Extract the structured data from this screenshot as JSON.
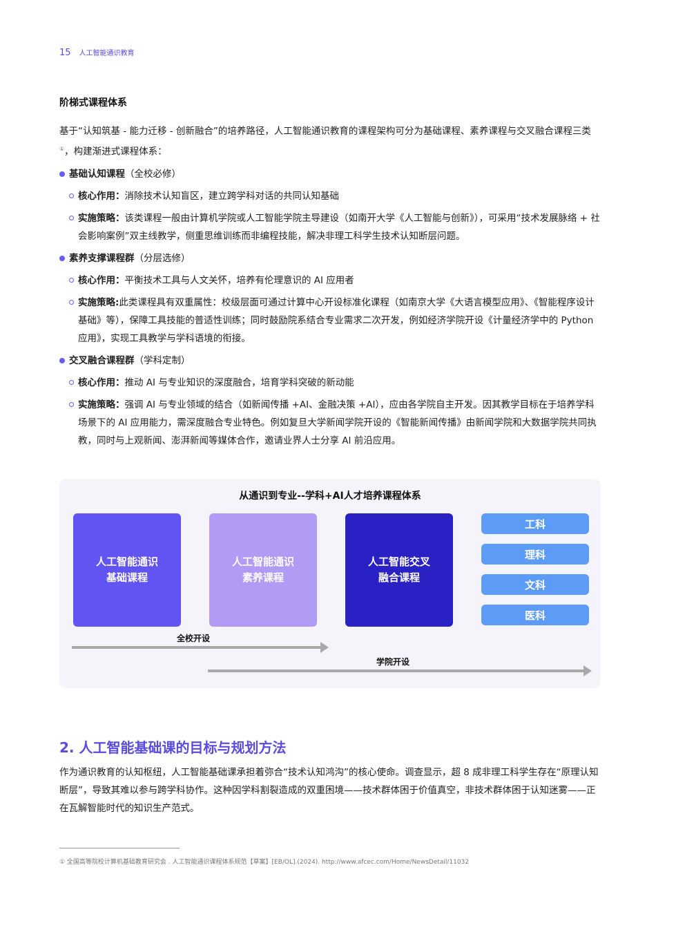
{
  "header": {
    "page_number": "15",
    "title": "人工智能通识教育"
  },
  "section1": {
    "title": "阶梯式课程体系",
    "intro_part1": "基于“认知筑基 - 能力迁移 - 创新融合”的培养路径，人工智能通识教育的课程架构可分为基础课程、素养课程与交叉融合课程三类",
    "intro_sup": "①",
    "intro_part2": "，构建渐进式课程体系：",
    "groups": [
      {
        "name": "基础认知课程",
        "note": "（全校必修）",
        "role_label": "核心作用：",
        "role_text": "消除技术认知盲区，建立跨学科对话的共同认知基础",
        "strategy_label": "实施策略：",
        "strategy_text": "该类课程一般由计算机学院或人工智能学院主导建设（如南开大学《人工智能与创新》），可采用“技术发展脉络 + 社会影响案例”双主线教学，侧重思维训练而非编程技能，解决非理工科学生技术认知断层问题。"
      },
      {
        "name": "素养支撑课程群",
        "note": "（分层选修）",
        "role_label": "核心作用：",
        "role_text": "平衡技术工具与人文关怀，培养有伦理意识的 AI 应用者",
        "strategy_label": "实施策略:",
        "strategy_text": "此类课程具有双重属性：校级层面可通过计算中心开设标准化课程（如南京大学《大语言模型应用》、《智能程序设计基础》等），保障工具技能的普适性训练；同时鼓励院系结合专业需求二次开发，例如经济学院开设《计量经济学中的 Python 应用》，实现工具教学与学科语境的衔接。"
      },
      {
        "name": "交叉融合课程群",
        "note": "（学科定制）",
        "role_label": "核心作用：",
        "role_text": "推动 AI 与专业知识的深度融合，培育学科突破的新动能",
        "strategy_label": "实施策略：",
        "strategy_text": "强调 AI 与专业领域的结合（如新闻传播 +AI、金融决策 +AI），应由各学院自主开发。因其教学目标在于培养学科场景下的 AI 应用能力，需深度融合专业特色。例如复旦大学新闻学院开设的《智能新闻传播》由新闻学院和大数据学院共同执教，同时与上观新闻、澎湃新闻等媒体合作，邀请业界人士分享 AI 前沿应用。"
      }
    ]
  },
  "diagram": {
    "title": "从通识到专业--学科+AI人才培养课程体系",
    "boxes": [
      "人工智能通识\n基础课程",
      "人工智能通识\n素养课程",
      "人工智能交叉\n融合课程"
    ],
    "disciplines": [
      "工科",
      "理科",
      "文科",
      "医科"
    ],
    "arrow1_label": "全校开设",
    "arrow2_label": "学院开设",
    "colors": {
      "box1": "#6253f3",
      "box2": "#b19bf5",
      "box3": "#2a21c5",
      "discipline": "#5c9cf7"
    }
  },
  "section2": {
    "title": "2. 人工智能基础课的目标与规划方法",
    "body": "作为通识教育的认知枢纽，人工智能基础课承担着弥合“技术认知鸿沟”的核心使命。调查显示，超 8 成非理工科学生存在“原理认知断层”，导致其难以参与跨学科协作。这种因学科割裂造成的双重困境——技术群体困于价值真空，非技术群体困于认知迷雾——正在瓦解智能时代的知识生产范式。"
  },
  "footnote": "① 全国高等院校计算机基础教育研究会 . 人工智能通识课程体系规范【草案】[EB/OL].(2024). http://www.afcec.com/Home/NewsDetail/11032"
}
